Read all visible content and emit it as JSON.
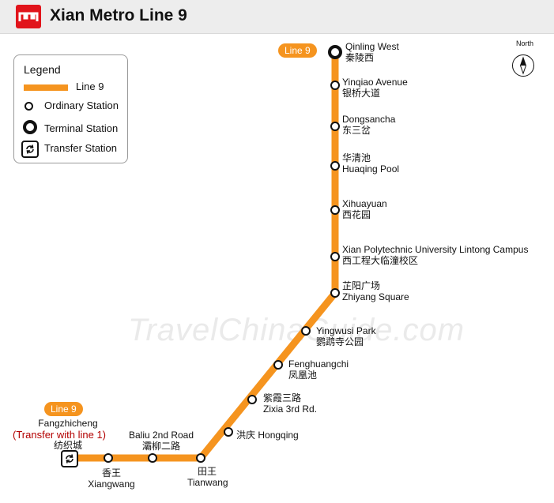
{
  "header": {
    "title": "Xian Metro Line 9",
    "logo_icon": "metro-logo-icon",
    "brand_color": "#e1141b"
  },
  "legend": {
    "title": "Legend",
    "items": [
      {
        "label": "Line 9",
        "icon": "line-swatch"
      },
      {
        "label": "Ordinary Station",
        "icon": "ordinary-station-icon"
      },
      {
        "label": "Terminal Station",
        "icon": "terminal-station-icon"
      },
      {
        "label": "Transfer Station",
        "icon": "transfer-station-icon"
      }
    ]
  },
  "line": {
    "name": "Line 9",
    "color": "#f5941f"
  },
  "compass": {
    "label": "North"
  },
  "watermark": "TravelChinaGuide.com",
  "stations": [
    {
      "en": "Qinling West",
      "zh": "秦陵西",
      "type": "terminal"
    },
    {
      "en": "Yinqiao Avenue",
      "zh": "银桥大道",
      "type": "ordinary"
    },
    {
      "en": "Dongsancha",
      "zh": "东三岔",
      "type": "ordinary"
    },
    {
      "en": "Huaqing Pool",
      "zh": "华清池",
      "type": "ordinary"
    },
    {
      "en": "Xihuayuan",
      "zh": "西花园",
      "type": "ordinary"
    },
    {
      "en": "Xian Polytechnic University Lintong Campus",
      "zh": "西工程大临潼校区",
      "type": "ordinary"
    },
    {
      "en": "Zhiyang Square",
      "zh": "芷阳广场",
      "type": "ordinary"
    },
    {
      "en": "Yingwusi Park",
      "zh": "鹦鹉寺公园",
      "type": "ordinary"
    },
    {
      "en": "Fenghuangchi",
      "zh": "凤凰池",
      "type": "ordinary"
    },
    {
      "en": "Zixia 3rd Rd.",
      "zh": "紫霞三路",
      "type": "ordinary"
    },
    {
      "en": "Hongqing",
      "zh": "洪庆",
      "type": "ordinary"
    },
    {
      "en": "Tianwang",
      "zh": "田王",
      "type": "ordinary"
    },
    {
      "en": "Baliu 2nd Road",
      "zh": "灞柳二路",
      "type": "ordinary"
    },
    {
      "en": "Xiangwang",
      "zh": "香王",
      "type": "ordinary"
    },
    {
      "en": "Fangzhicheng",
      "zh": "纺织城",
      "type": "transfer",
      "note": "(Transfer with line 1)"
    }
  ]
}
